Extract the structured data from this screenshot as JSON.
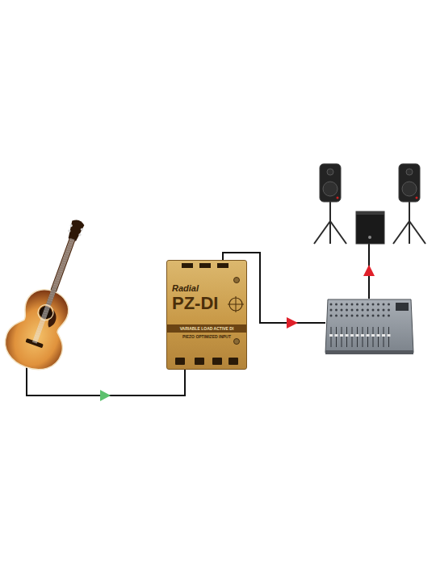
{
  "diagram": {
    "nodes": [
      {
        "text": [
          "Radial",
          "PZ-DI",
          "VARIABLE LOAD ACTIVE DI",
          "PIEZO OPTIMIZED INPUT"
        ]
      }
    ]
  }
}
